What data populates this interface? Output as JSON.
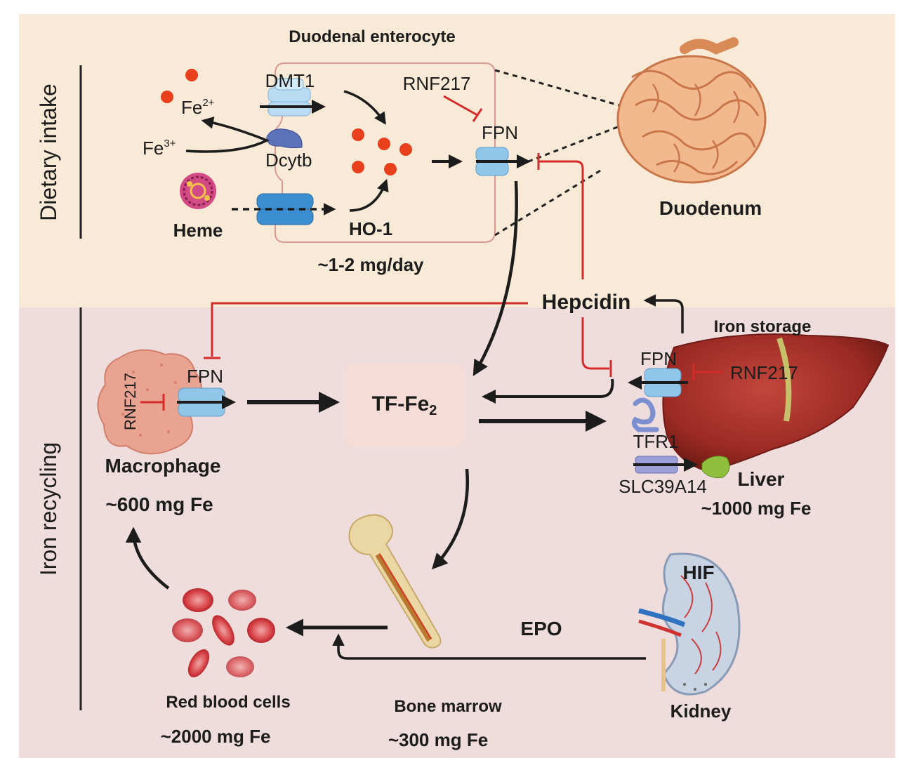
{
  "sections": {
    "dietary_intake": "Dietary intake",
    "iron_recycling": "Iron recycling"
  },
  "enterocyte": {
    "title": "Duodenal enterocyte",
    "fe2": "Fe",
    "fe2_sup": "2+",
    "fe3": "Fe",
    "fe3_sup": "3+",
    "dmt1": "DMT1",
    "dcytb": "Dcytb",
    "heme": "Heme",
    "ho1": "HO-1",
    "rnf217": "RNF217",
    "fpn": "FPN",
    "daily_intake": "~1-2 mg/day"
  },
  "duodenum": {
    "label": "Duodenum"
  },
  "hepcidin": {
    "label": "Hepcidin"
  },
  "tf": {
    "label": "TF-Fe",
    "sub": "2"
  },
  "macrophage": {
    "rnf217": "RNF217",
    "fpn": "FPN",
    "label": "Macrophage",
    "amount": "~600 mg Fe"
  },
  "liver": {
    "storage": "Iron storage",
    "fpn": "FPN",
    "rnf217": "RNF217",
    "tfr1": "TFR1",
    "slc": "SLC39A14",
    "label": "Liver",
    "amount": "~1000 mg Fe"
  },
  "rbc": {
    "label": "Red blood cells",
    "amount": "~2000 mg Fe"
  },
  "bone_marrow": {
    "label": "Bone marrow",
    "amount": "~300 mg Fe"
  },
  "kidney": {
    "label": "Kidney",
    "hif": "HIF",
    "epo": "EPO"
  },
  "colors": {
    "dietary_bg": "#f9ead7",
    "recycling_bg": "#efdcdc",
    "inhibit_red": "#d42b2b",
    "iron_dot": "#e8401c",
    "transporter_blue": "#8fc6ea"
  }
}
